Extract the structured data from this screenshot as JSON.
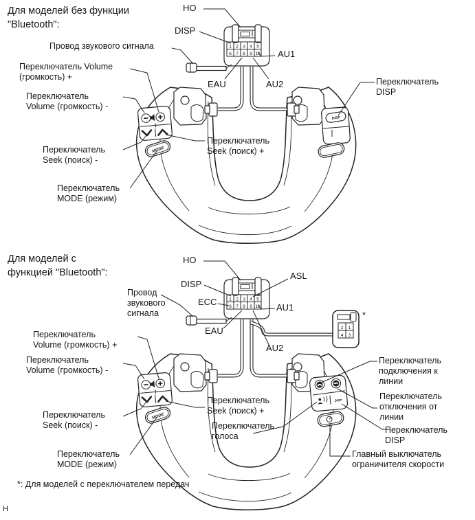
{
  "page": {
    "footnote": "*: Для моделей с переключателем передач",
    "page_marker": "H",
    "line_color": "#222222",
    "background": "#ffffff"
  },
  "section1": {
    "title": "Для моделей без функции\n\"Bluetooth\":",
    "pins": {
      "ho": "HO",
      "disp": "DISP",
      "au1": "AU1",
      "au2": "AU2",
      "eau": "EAU"
    },
    "connector": {
      "row1": [
        "1",
        "2",
        "3",
        "4",
        "5"
      ],
      "row2": [
        "6",
        "7",
        "8",
        "9",
        "10"
      ]
    },
    "labels": {
      "horn_wire": "Провод звукового сигнала",
      "volume_plus": "Переключатель Volume\n(громкость) +",
      "volume_minus": "Переключатель\nVolume (громкость) -",
      "seek_minus": "Переключатель\nSeek (поиск) -",
      "mode": "Переключатель\nMODE (режим)",
      "seek_plus": "Переключатель\nSeek (поиск) +",
      "disp": "Переключатель\nDISP"
    },
    "buttons": {
      "mode": "MODE",
      "disp": "DISP"
    }
  },
  "section2": {
    "title": "Для моделей с\nфункцией \"Bluetooth\":",
    "pins": {
      "ho": "HO",
      "asl": "ASL",
      "disp": "DISP",
      "ecc": "ECC",
      "au1": "AU1",
      "au2": "AU2",
      "eau": "EAU"
    },
    "connector": {
      "row1": [
        "1",
        "2",
        "3",
        "4",
        "5"
      ],
      "row2": [
        "6",
        "7",
        "8",
        "9",
        "10"
      ]
    },
    "aux_connector": {
      "row1": [
        "2",
        "1"
      ],
      "row2": [
        "4",
        "3"
      ],
      "note_mark": "*"
    },
    "labels": {
      "horn_wire": "Провод\nзвукового\nсигнала",
      "volume_plus": "Переключатель\nVolume (громкость) +",
      "volume_minus": "Переключатель\nVolume (громкость) -",
      "seek_minus": "Переключатель\nSeek (поиск) -",
      "mode": "Переключатель\nMODE (режим)",
      "seek_plus": "Переключатель\nSeek (поиск) +",
      "voice": "Переключатель\nголоса",
      "line_connect": "Переключатель\nподключения к\nлинии",
      "line_disconnect": "Переключатель\nотключения от\nлинии",
      "disp": "Переключатель\nDISP",
      "speed_limiter_main": "Главный выключатель\nограничителя скорости"
    },
    "buttons": {
      "mode": "MODE",
      "disp": "DISP"
    }
  }
}
